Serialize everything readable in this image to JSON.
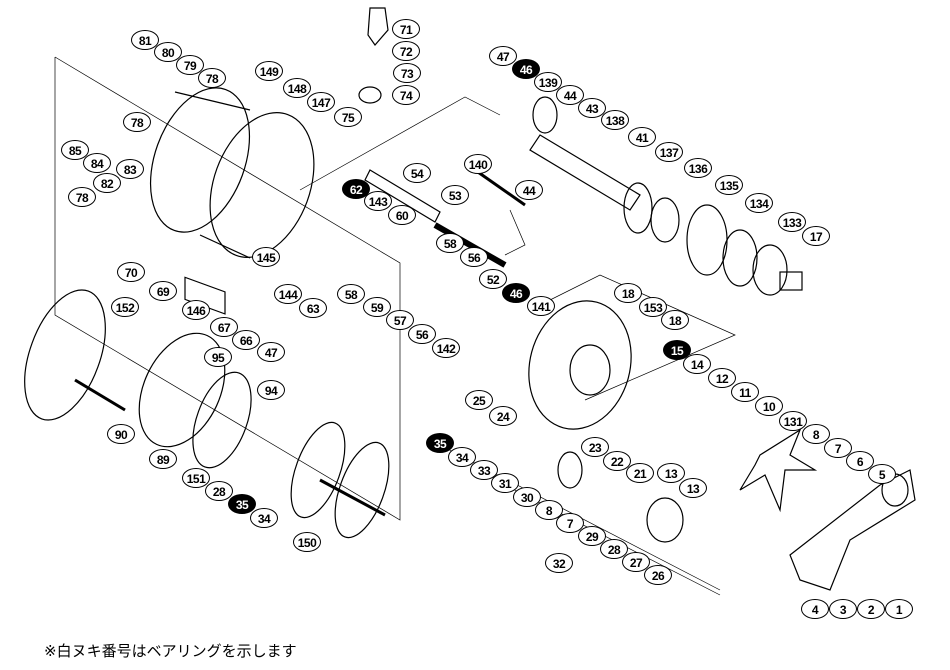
{
  "diagram": {
    "type": "exploded-parts-diagram",
    "labels": [
      {
        "n": "81"
      },
      {
        "n": "80"
      },
      {
        "n": "79"
      },
      {
        "n": "78"
      },
      {
        "n": "149"
      },
      {
        "n": "148"
      },
      {
        "n": "147"
      },
      {
        "n": "75"
      },
      {
        "n": "71"
      },
      {
        "n": "72"
      },
      {
        "n": "73"
      },
      {
        "n": "74"
      },
      {
        "n": "78"
      },
      {
        "n": "85"
      },
      {
        "n": "84"
      },
      {
        "n": "83"
      },
      {
        "n": "82"
      },
      {
        "n": "78"
      },
      {
        "n": "70"
      },
      {
        "n": "69"
      },
      {
        "n": "146"
      },
      {
        "n": "67"
      },
      {
        "n": "66"
      },
      {
        "n": "47"
      },
      {
        "n": "145"
      },
      {
        "n": "144"
      },
      {
        "n": "63"
      },
      {
        "n": "58"
      },
      {
        "n": "59"
      },
      {
        "n": "57"
      },
      {
        "n": "56"
      },
      {
        "n": "142"
      },
      {
        "n": "58"
      },
      {
        "n": "56"
      },
      {
        "n": "62",
        "filled": true
      },
      {
        "n": "143"
      },
      {
        "n": "60"
      },
      {
        "n": "54"
      },
      {
        "n": "53"
      },
      {
        "n": "140"
      },
      {
        "n": "47"
      },
      {
        "n": "46",
        "filled": true
      },
      {
        "n": "139"
      },
      {
        "n": "44"
      },
      {
        "n": "43"
      },
      {
        "n": "138"
      },
      {
        "n": "41"
      },
      {
        "n": "137"
      },
      {
        "n": "136"
      },
      {
        "n": "135"
      },
      {
        "n": "134"
      },
      {
        "n": "133"
      },
      {
        "n": "17"
      },
      {
        "n": "44"
      },
      {
        "n": "52"
      },
      {
        "n": "46",
        "filled": true
      },
      {
        "n": "141"
      },
      {
        "n": "18"
      },
      {
        "n": "153"
      },
      {
        "n": "18"
      },
      {
        "n": "15",
        "filled": true
      },
      {
        "n": "14"
      },
      {
        "n": "12"
      },
      {
        "n": "11"
      },
      {
        "n": "10"
      },
      {
        "n": "131"
      },
      {
        "n": "8"
      },
      {
        "n": "7"
      },
      {
        "n": "6"
      },
      {
        "n": "5"
      },
      {
        "n": "25"
      },
      {
        "n": "24"
      },
      {
        "n": "35",
        "filled": true
      },
      {
        "n": "34"
      },
      {
        "n": "33"
      },
      {
        "n": "31"
      },
      {
        "n": "30"
      },
      {
        "n": "8"
      },
      {
        "n": "7"
      },
      {
        "n": "29"
      },
      {
        "n": "28"
      },
      {
        "n": "27"
      },
      {
        "n": "26"
      },
      {
        "n": "32"
      },
      {
        "n": "23"
      },
      {
        "n": "22"
      },
      {
        "n": "21"
      },
      {
        "n": "13"
      },
      {
        "n": "13"
      },
      {
        "n": "4"
      },
      {
        "n": "3"
      },
      {
        "n": "2"
      },
      {
        "n": "1"
      },
      {
        "n": "152"
      },
      {
        "n": "95"
      },
      {
        "n": "94"
      },
      {
        "n": "90"
      },
      {
        "n": "89"
      },
      {
        "n": "151"
      },
      {
        "n": "28"
      },
      {
        "n": "35",
        "filled": true
      },
      {
        "n": "34"
      },
      {
        "n": "150"
      }
    ]
  },
  "footnote": "※白ヌキ番号はベアリングを示します"
}
